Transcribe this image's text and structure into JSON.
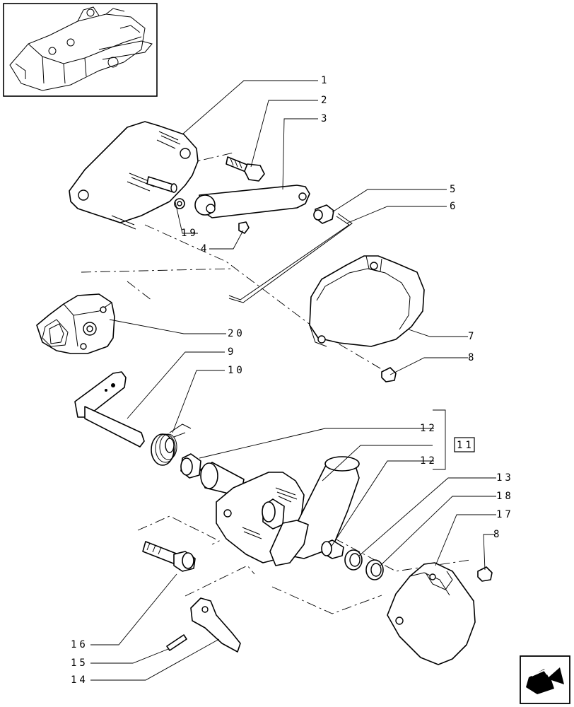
{
  "labels": {
    "l1": "1",
    "l2": "2",
    "l3": "3",
    "l4": "4",
    "l5": "5",
    "l6": "6",
    "l7": "7",
    "l8a": "8",
    "l8b": "8",
    "l9": "9",
    "l10": "10",
    "l11": "11",
    "l12a": "12",
    "l12b": "12",
    "l13": "13",
    "l14": "14",
    "l15": "15",
    "l16": "16",
    "l17": "17",
    "l18": "18",
    "l19": "19",
    "l20": "20"
  },
  "icons": {
    "thumbnail": "assembly-thumbnail-icon",
    "nav": "next-page-arrow-icon"
  }
}
